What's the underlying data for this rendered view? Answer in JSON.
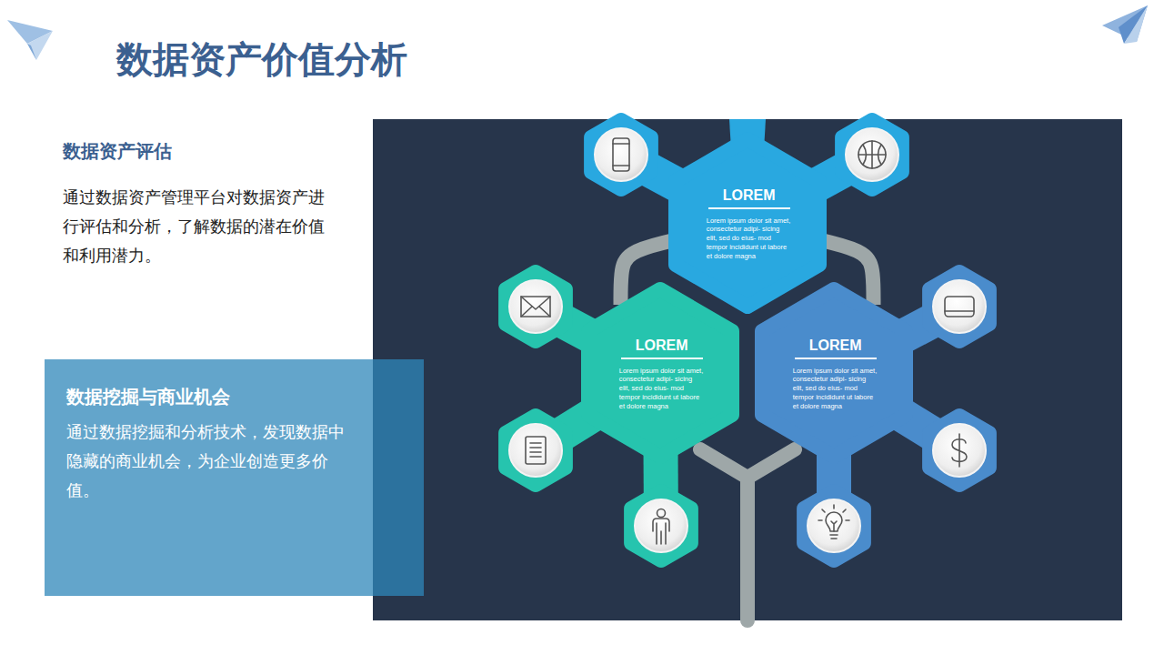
{
  "diagram": {
    "title": "数据资产价值分析",
    "nodes": [
      {
        "text": [
          "数据挖掘与商业机会",
          "通过数据挖掘和分析技术，发现数据中隐藏的商业机会，为企业创造更多价值。"
        ]
      },
      {
        "text": [
          "LOREM",
          "Lorem ipsum dolor sit amet, consectetur adipi- sicing elit, sed do eius- mod tempor incididunt ut labore et dolore magna"
        ]
      },
      {
        "text": [
          "LOREM",
          "Lorem ipsum dolor sit amet, consectetur adipi- sicing elit, sed do eius- mod tempor incididunt ut labore et dolore magna"
        ]
      },
      {
        "text": [
          "LOREM",
          "Lorem ipsum dolor sit amet, consectetur adipi- sicing elit, sed do eius- mod tempor incididunt ut labore et dolore magna"
        ]
      }
    ],
    "edges": [
      {
        "from": 1,
        "to": 2,
        "arrow": "none"
      },
      {
        "from": 1,
        "to": 3,
        "arrow": "none"
      }
    ],
    "labels": [
      "数据资产评估",
      "通过数据资产管理平台对数据资产进行评估和分析，了解数据的潜在价值和利用潜力。"
    ]
  }
}
